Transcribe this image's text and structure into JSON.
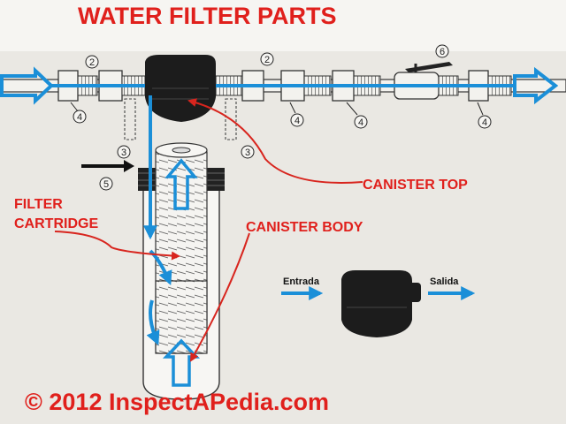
{
  "title": "WATER FILTER PARTS",
  "labels": {
    "canister_top": "CANISTER TOP",
    "canister_body": "CANISTER BODY",
    "filter_cartridge_line1": "FILTER",
    "filter_cartridge_line2": "CARTRIDGE"
  },
  "part_numbers": [
    "2",
    "4",
    "3",
    "2",
    "4",
    "4",
    "6",
    "4",
    "3",
    "5"
  ],
  "inset": {
    "inlet": "Entrada",
    "outlet": "Salida"
  },
  "copyright": "© 2012 InspectAPedia.com",
  "colors": {
    "label_red": "#e0201c",
    "flow_blue": "#1b8fd8",
    "arrow_red": "#d8251e",
    "canister_black": "#1c1c1c",
    "background": "#eae8e3"
  },
  "icons": [
    "flow-arrow-icon",
    "ball-valve-handle-icon",
    "annotation-arrow-icon"
  ]
}
